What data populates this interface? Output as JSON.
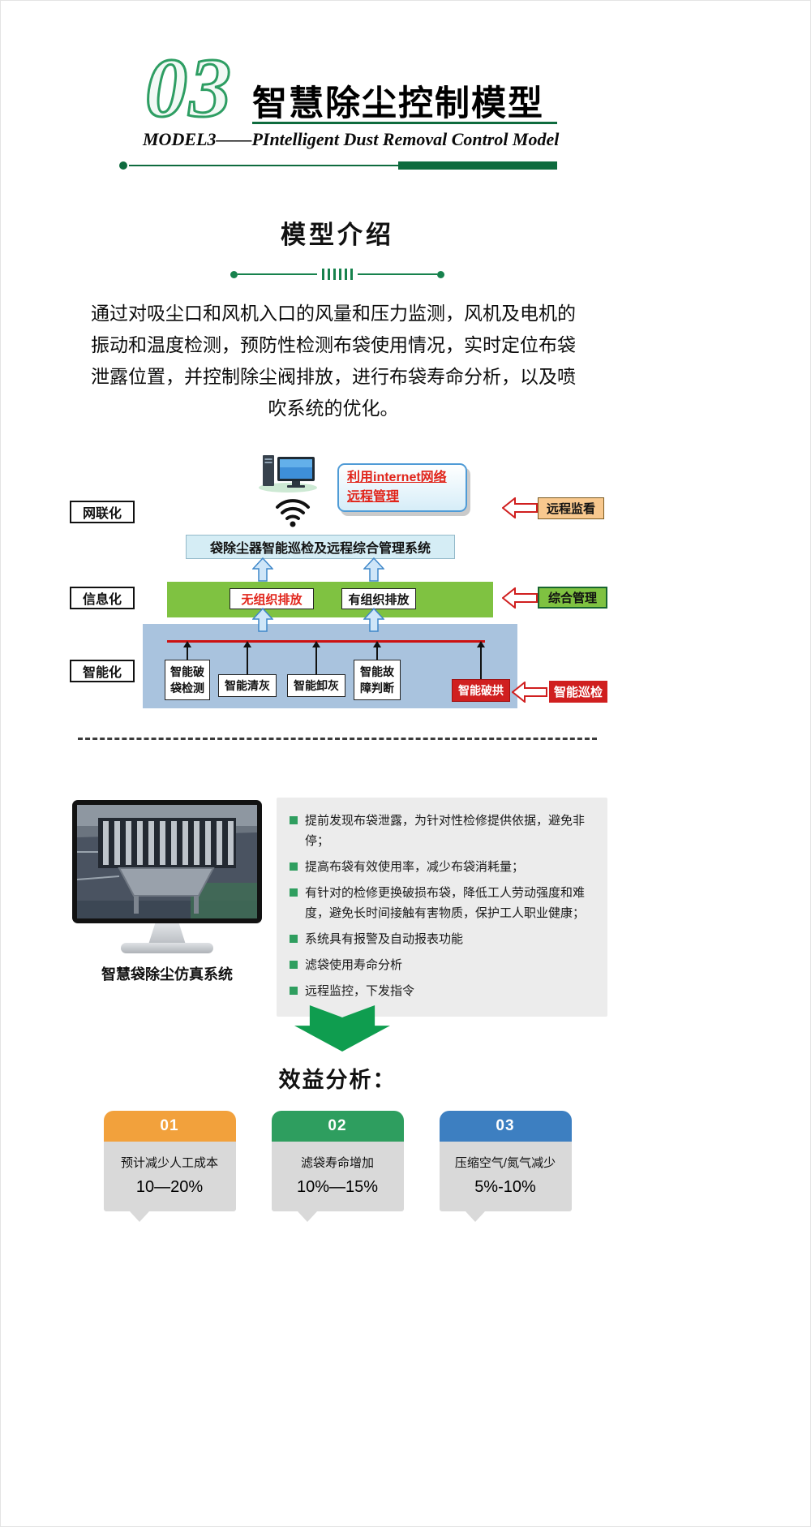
{
  "header": {
    "number": "03",
    "title": "智慧除尘控制模型",
    "subtitle": "MODEL3——PIntelligent Dust Removal Control Model"
  },
  "intro": {
    "title": "模型介绍",
    "paragraph": "通过对吸尘口和风机入口的风量和压力监测，风机及电机的振动和温度检测，预防性检测布袋使用情况，实时定位布袋泄露位置，并控制除尘阀排放，进行布袋寿命分析，以及喷吹系统的优化。"
  },
  "diagram": {
    "internet_note": {
      "line1": "利用internet网络",
      "line2": "远程管理"
    },
    "layers": [
      "网联化",
      "信息化",
      "智能化"
    ],
    "system_bar": "袋除尘器智能巡检及远程综合管理系统",
    "emissions": [
      "无组织排放",
      "有组织排放"
    ],
    "side": {
      "remote_view": "远程监看",
      "management": "综合管理",
      "inspection": "智能巡检"
    },
    "smart_boxes": [
      "智能破袋检测",
      "智能清灰",
      "智能卸灰",
      "智能故障判断",
      "智能破拱"
    ],
    "icons": [
      "computer-icon",
      "wifi-icon",
      "left-arrow-icon",
      "up-arrow-icon"
    ]
  },
  "monitor": {
    "caption": "智慧袋除尘仿真系统"
  },
  "features": [
    "提前发现布袋泄露，为针对性检修提供依据，避免非停；",
    "提高布袋有效使用率，减少布袋消耗量；",
    "有针对的检修更换破损布袋，降低工人劳动强度和难度，避免长时间接触有害物质，保护工人职业健康；",
    "系统具有报警及自动报表功能",
    "滤袋使用寿命分析",
    "远程监控，下发指令"
  ],
  "benefits": {
    "title": "效益分析：",
    "cards": [
      {
        "number": "01",
        "label": "预计减少人工成本",
        "value": "10—20%",
        "color": "#f2a13c"
      },
      {
        "number": "02",
        "label": "滤袋寿命增加",
        "value": "10%—15%",
        "color": "#2e9e5f"
      },
      {
        "number": "03",
        "label": "压缩空气/氮气减少",
        "value": "5%-10%",
        "color": "#3d7fc1"
      }
    ]
  },
  "colors": {
    "brand_green": "#0e6b3e",
    "diagram_green_bar": "#7fc241",
    "diagram_blue_area": "#a9c3de",
    "alert_red": "#d01f1f",
    "system_bar_blue": "#d5edf5"
  }
}
